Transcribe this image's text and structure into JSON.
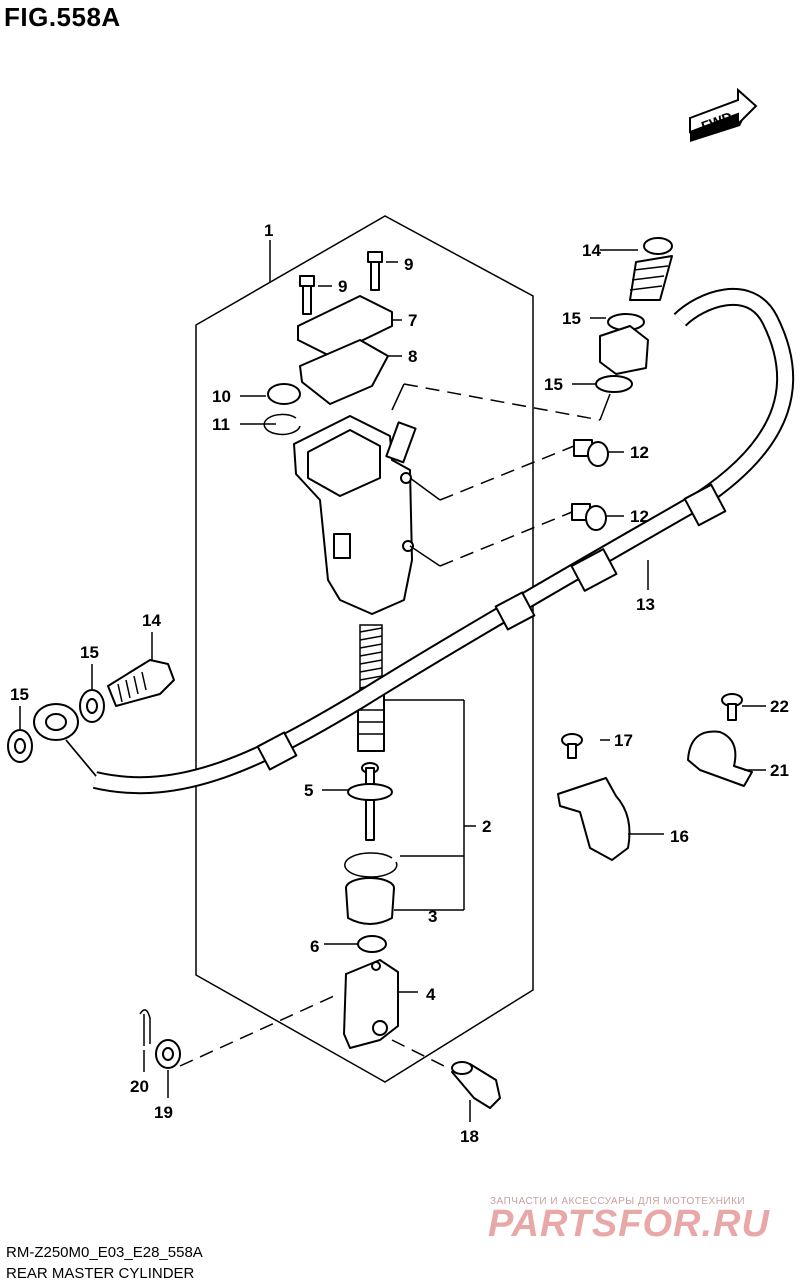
{
  "figure": {
    "title": "FIG.558A",
    "code": "RM-Z250M0_E03_E28_558A",
    "name": "REAR MASTER CYLINDER",
    "direction_marker": "FWD"
  },
  "watermark": {
    "tagline": "ЗАПЧАСТИ И АКСЕССУАРЫ ДЛЯ МОТОТЕХНИКИ",
    "brand": "PARTSFOR.RU"
  },
  "callouts": {
    "c1": "1",
    "c2": "2",
    "c3": "3",
    "c4": "4",
    "c5": "5",
    "c6": "6",
    "c7": "7",
    "c8": "8",
    "c9a": "9",
    "c9b": "9",
    "c10": "10",
    "c11": "11",
    "c12a": "12",
    "c12b": "12",
    "c13": "13",
    "c14a": "14",
    "c14b": "14",
    "c15a": "15",
    "c15b": "15",
    "c15c": "15",
    "c15d": "15",
    "c16": "16",
    "c17": "17",
    "c18": "18",
    "c19": "19",
    "c20": "20",
    "c21": "21",
    "c22": "22"
  },
  "colors": {
    "ink": "#000000",
    "watermark": "#e9a8a8"
  }
}
